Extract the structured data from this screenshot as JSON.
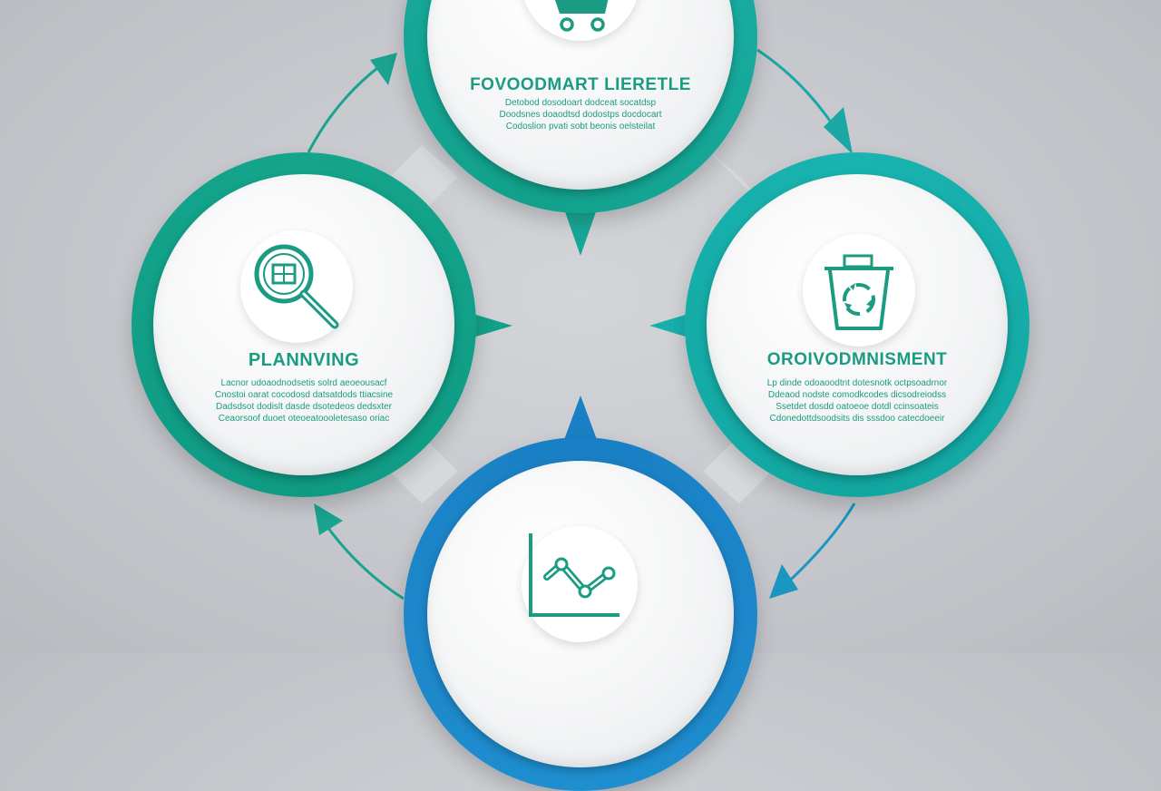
{
  "nodes": {
    "top": {
      "title": "FOVOODMART LIERETLE",
      "lines": [
        "Detobod dosodoart dodceat socatdsp",
        "Doodsnes doaodtsd dodostps docdocart",
        "Codoslion pvati sobt beonis oelsteilat"
      ],
      "icon": "shopping-cart-icon",
      "ring_color": "#1aa89a"
    },
    "left": {
      "title": "PLANNVING",
      "lines": [
        "Lacnor udoaodnodsetis solrd aeoeousacf",
        "Cnostoi oarat cocodosd datsatdods ttiacsine",
        "Dadsdsot dodislt dasde dsotedeos dedsxter",
        "Ceaorsoof duoet oteoeatoooletesaso oriac"
      ],
      "icon": "magnifier-icon",
      "ring_color": "#12a08a"
    },
    "right": {
      "title": "OROIVODMNISMENT",
      "lines": [
        "Lp dinde odoaoodtnt dotesnotk octpsoadrnor",
        "Ddeaod nodste comodkcodes dicsodreiodss",
        "Ssetdet dosdd oatoeoe dotdl ccinsoateis",
        "Cdonedottdsoodsits dis sssdoo catecdoeeir"
      ],
      "icon": "recycle-bin-icon",
      "ring_color": "#17b0ad"
    },
    "bottom": {
      "icon": "line-chart-icon",
      "ring_color": "#1a7fc4"
    }
  },
  "colors": {
    "teal": "#1a9b82",
    "blue": "#1a7fc4",
    "connector": "#d6d8db"
  }
}
